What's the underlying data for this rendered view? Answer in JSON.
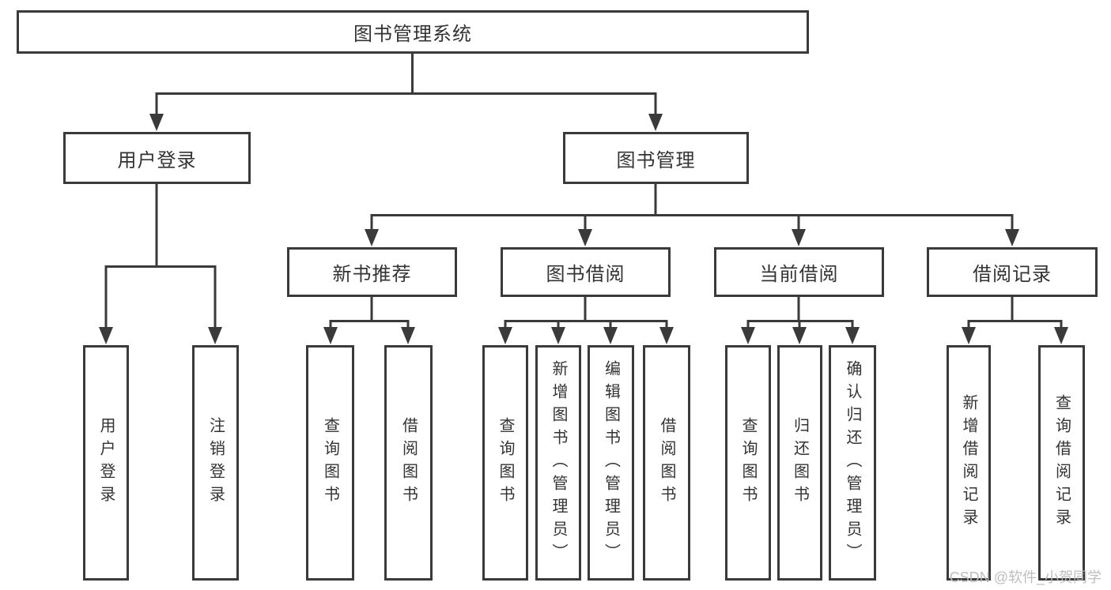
{
  "diagram_title": "图书管理系统",
  "tree": {
    "root": {
      "label": "图书管理系统"
    },
    "branches": [
      {
        "label": "用户登录",
        "children": [
          {
            "label": "用户登录"
          },
          {
            "label": "注销登录"
          }
        ]
      },
      {
        "label": "图书管理",
        "children": [
          {
            "label": "新书推荐",
            "children": [
              {
                "label": "查询图书"
              },
              {
                "label": "借阅图书"
              }
            ]
          },
          {
            "label": "图书借阅",
            "children": [
              {
                "label": "查询图书"
              },
              {
                "label": "新增图书（管理员）"
              },
              {
                "label": "编辑图书（管理员）"
              },
              {
                "label": "借阅图书"
              }
            ]
          },
          {
            "label": "当前借阅",
            "children": [
              {
                "label": "查询图书"
              },
              {
                "label": "归还图书"
              },
              {
                "label": "确认归还（管理员）"
              }
            ]
          },
          {
            "label": "借阅记录",
            "children": [
              {
                "label": "新增借阅记录"
              },
              {
                "label": "查询借阅记录"
              }
            ]
          }
        ]
      }
    ]
  },
  "watermark": "CSDN @软件_小贺同学",
  "colors": {
    "line": "#3a3a3a",
    "text": "#333333",
    "background": "#ffffff",
    "watermark": "#bababa"
  }
}
